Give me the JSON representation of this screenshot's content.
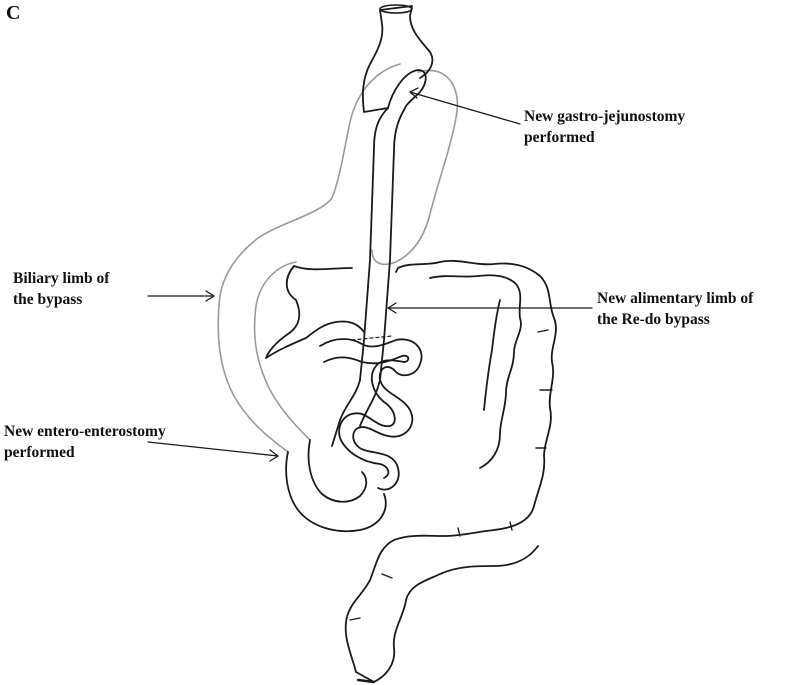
{
  "panel_letter": "C",
  "colors": {
    "ink": "#1a1a1a",
    "stomach_outline": "#9a9a9a",
    "background": "#ffffff"
  },
  "labels": {
    "gastro_jejunostomy": [
      "New gastro-jejunostomy",
      "performed"
    ],
    "biliary_limb": [
      "Biliary limb  of",
      "the bypass"
    ],
    "alimentary_limb": [
      "New alimentary  limb of",
      "the Re-do bypass"
    ],
    "entero_enterostomy": [
      "New entero-enterostomy",
      "performed"
    ]
  }
}
